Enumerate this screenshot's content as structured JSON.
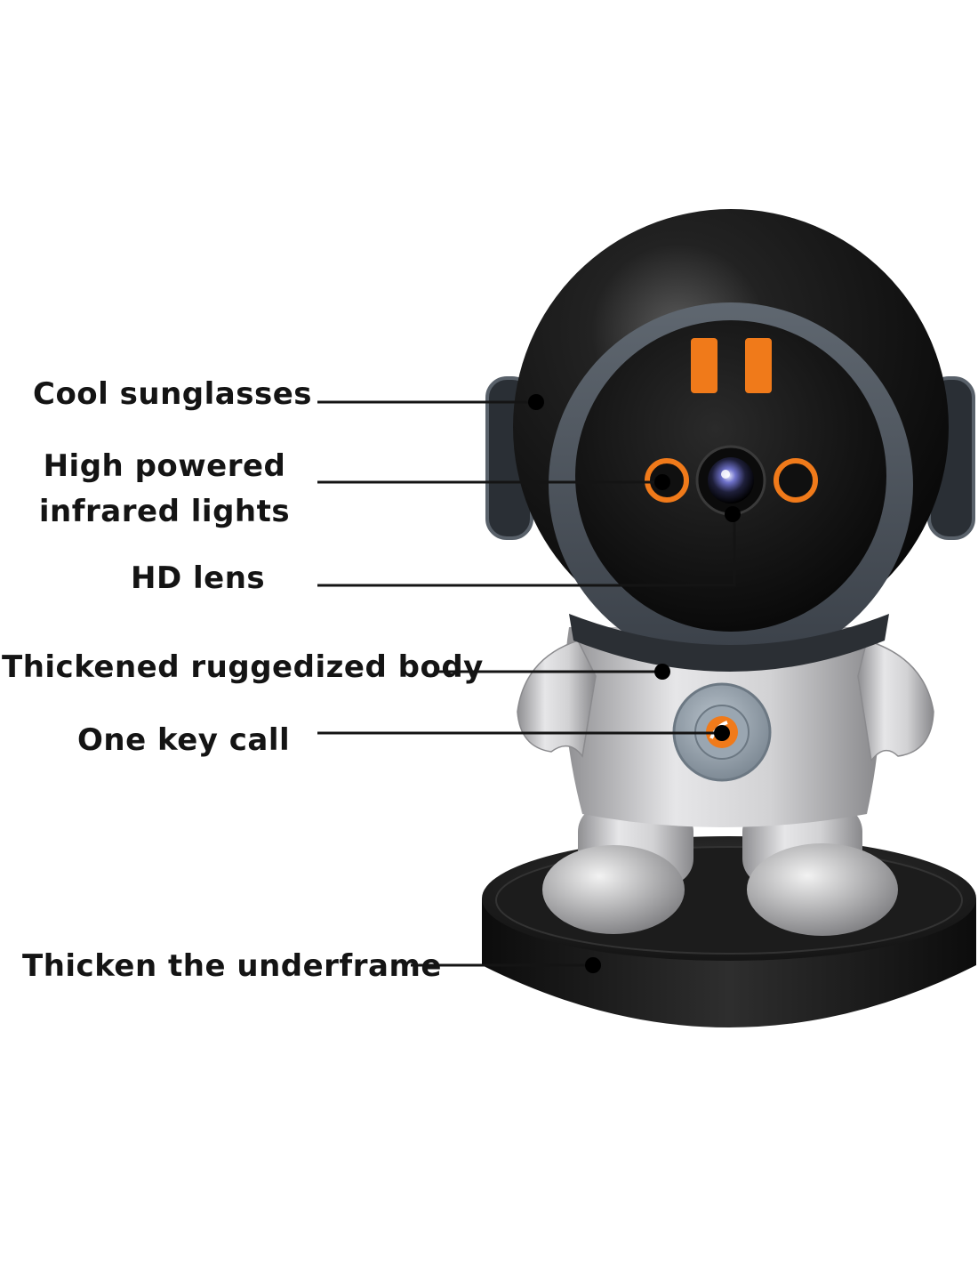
{
  "labels": {
    "sunglasses": "Cool sunglasses",
    "infrared_line1": "High powered",
    "infrared_line2": "infrared lights",
    "lens": "HD lens",
    "body": "Thickened ruggedized body",
    "call": "One key call",
    "underframe": "Thicken the underframe"
  },
  "colors": {
    "text": "#141414",
    "accent_orange": "#f07a1a",
    "helmet_black": "#0d0d0d",
    "body_silver": "#c9c9cb",
    "base_black": "#1a1a1a",
    "leader_line": "#141414"
  }
}
